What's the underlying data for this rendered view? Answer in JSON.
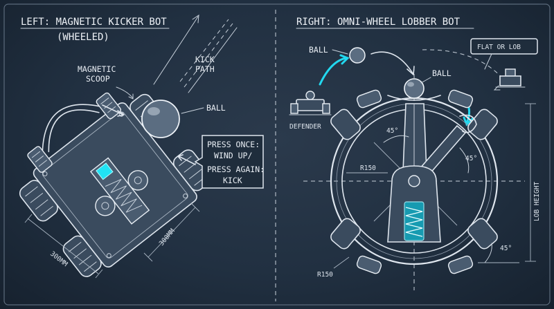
{
  "left": {
    "heading": "LEFT: MAGNETIC KICKER BOT",
    "subheading": "(WHEELED)",
    "labels": {
      "scoop_line1": "MAGNETIC",
      "scoop_line2": "SCOOP",
      "kick_line1": "KICK",
      "kick_line2": "PATH",
      "ball": "BALL",
      "dim_width": "300MM",
      "dim_length": "300MM"
    },
    "callout": {
      "line1": "PRESS ONCE:",
      "line2": "WIND UP/",
      "line3": "PRESS AGAIN:",
      "line4": "KICK"
    }
  },
  "right": {
    "heading": "RIGHT: OMNI-WHEEL LOBBER BOT",
    "labels": {
      "ball_top": "BALL",
      "ball_center": "BALL",
      "defender": "DEFENDER",
      "flat_or_lob": "FLAT OR LOB",
      "lob_height": "LOB HEIGHT",
      "angle_left": "45°",
      "angle_right": "45°",
      "angle_bottom": "45°",
      "radius_inner": "R150",
      "radius_outer": "R150"
    }
  },
  "colors": {
    "board": "#213041",
    "chalk": "#dfe6ee",
    "accent": "#22d8ef"
  }
}
